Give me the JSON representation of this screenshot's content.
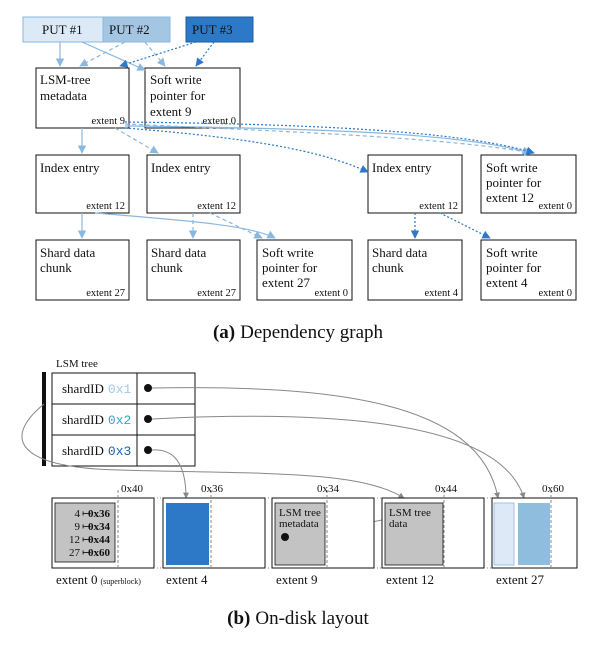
{
  "colors": {
    "put1_fill": "#dce9f7",
    "put2_fill": "#a4c6e3",
    "put3_fill": "#2d78c7",
    "arrow_light": "#8ab8de",
    "arrow_dark": "#2d78c7",
    "gray_fill": "#c3c3c3",
    "dark_blue_block": "#2d78c7",
    "light_block_1": "#dde9f6",
    "light_block_2": "#8fbddd",
    "hex_1": "#9ccbe6",
    "hex_2": "#3aa3c9",
    "hex_3": "#1a62ad",
    "pointer_line": "#888888"
  },
  "graph": {
    "put1": "PUT #1",
    "put2": "PUT #2",
    "put3": "PUT #3",
    "lsm_meta": {
      "l1": "LSM-tree",
      "l2": "metadata",
      "ext": "extent 9"
    },
    "sw9": {
      "l1": "Soft write",
      "l2": "pointer for",
      "l3": "extent 9",
      "ext": "extent 0"
    },
    "idx1": {
      "l1": "Index entry",
      "ext": "extent 12"
    },
    "idx2": {
      "l1": "Index entry",
      "ext": "extent 12"
    },
    "idx3": {
      "l1": "Index entry",
      "ext": "extent 12"
    },
    "sw12": {
      "l1": "Soft write",
      "l2": "pointer for",
      "l3": "extent 12",
      "ext": "extent 0"
    },
    "shard1": {
      "l1": "Shard data",
      "l2": "chunk",
      "ext": "extent 27"
    },
    "shard2": {
      "l1": "Shard data",
      "l2": "chunk",
      "ext": "extent 27"
    },
    "sw27": {
      "l1": "Soft write",
      "l2": "pointer for",
      "l3": "extent 27",
      "ext": "extent 0"
    },
    "shard3": {
      "l1": "Shard data",
      "l2": "chunk",
      "ext": "extent 4"
    },
    "sw4": {
      "l1": "Soft write",
      "l2": "pointer for",
      "l3": "extent 4",
      "ext": "extent 0"
    },
    "caption_label": "(a)",
    "caption_text": "Dependency graph"
  },
  "layout": {
    "lsm_title": "LSM tree",
    "rows": [
      {
        "label": "shardID",
        "hex": "0x1"
      },
      {
        "label": "shardID",
        "hex": "0x2"
      },
      {
        "label": "shardID",
        "hex": "0x3"
      }
    ],
    "pointers": [
      "0x40",
      "0x36",
      "0x34",
      "0x44",
      "0x60"
    ],
    "superblock": [
      {
        "k": "4",
        "v": "0x36"
      },
      {
        "k": "9",
        "v": "0x34"
      },
      {
        "k": "12",
        "v": "0x44"
      },
      {
        "k": "27",
        "v": "0x60"
      }
    ],
    "map_arrow": "↦",
    "lsm_meta_block": {
      "l1": "LSM tree",
      "l2": "metadata"
    },
    "lsm_data_block": {
      "l1": "LSM tree",
      "l2": "data"
    },
    "extents": [
      {
        "name": "extent 0",
        "note": "(superblock)"
      },
      {
        "name": "extent 4",
        "note": ""
      },
      {
        "name": "extent 9",
        "note": ""
      },
      {
        "name": "extent 12",
        "note": ""
      },
      {
        "name": "extent 27",
        "note": ""
      }
    ],
    "caption_label": "(b)",
    "caption_text": "On-disk layout"
  }
}
